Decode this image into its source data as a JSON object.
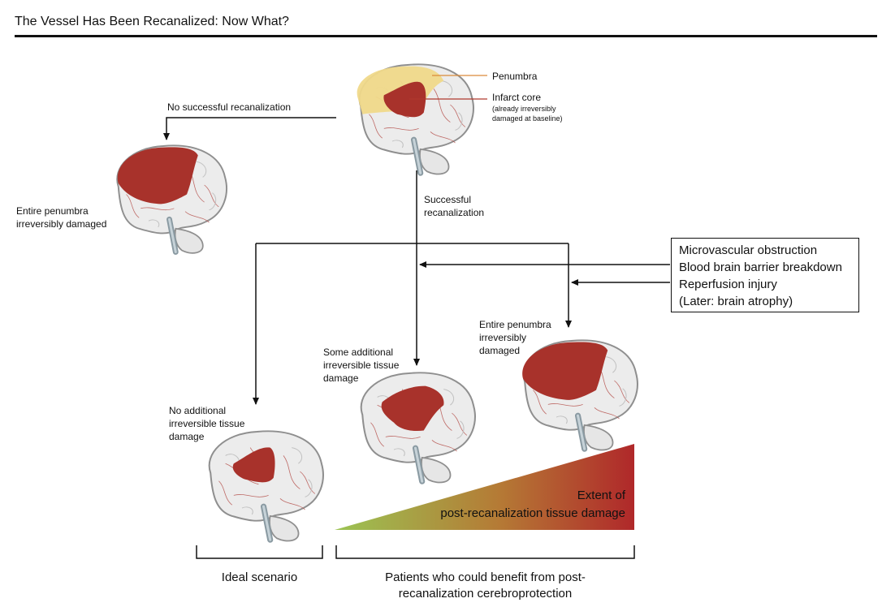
{
  "header": {
    "title": "The Vessel Has Been Recanalized: Now What?"
  },
  "baseline": {
    "penumbra_label": "Penumbra",
    "core_label": "Infarct core",
    "core_note": [
      "(already irreversibly",
      "damaged at baseline)"
    ]
  },
  "branches": {
    "no_recanalization": "No successful recanalization",
    "successful": [
      "Successful",
      "recanalization"
    ]
  },
  "outcomes": {
    "failed": [
      "Entire penumbra",
      "irreversibly damaged"
    ],
    "none": [
      "No additional",
      "irreversible tissue",
      "damage"
    ],
    "some": [
      "Some additional",
      "irreversible tissue",
      "damage"
    ],
    "entire": [
      "Entire penumbra",
      "irreversibly",
      "damaged"
    ]
  },
  "factors": [
    "Microvascular obstruction",
    "Blood brain barrier breakdown",
    "Reperfusion injury",
    "(Later: brain atrophy)"
  ],
  "gradient": {
    "label": [
      "Extent of",
      "post-recanalization tissue damage"
    ],
    "start_color": "#9bc453",
    "end_color": "#b0282a"
  },
  "groups": {
    "ideal": "Ideal scenario",
    "benefit": [
      "Patients who could benefit from post-",
      "recanalization cerebroprotection"
    ]
  },
  "colors": {
    "penumbra": "#f0d98a",
    "infarct": "#a8322b",
    "brain": "#ececec",
    "vessels": "#b34a45"
  }
}
